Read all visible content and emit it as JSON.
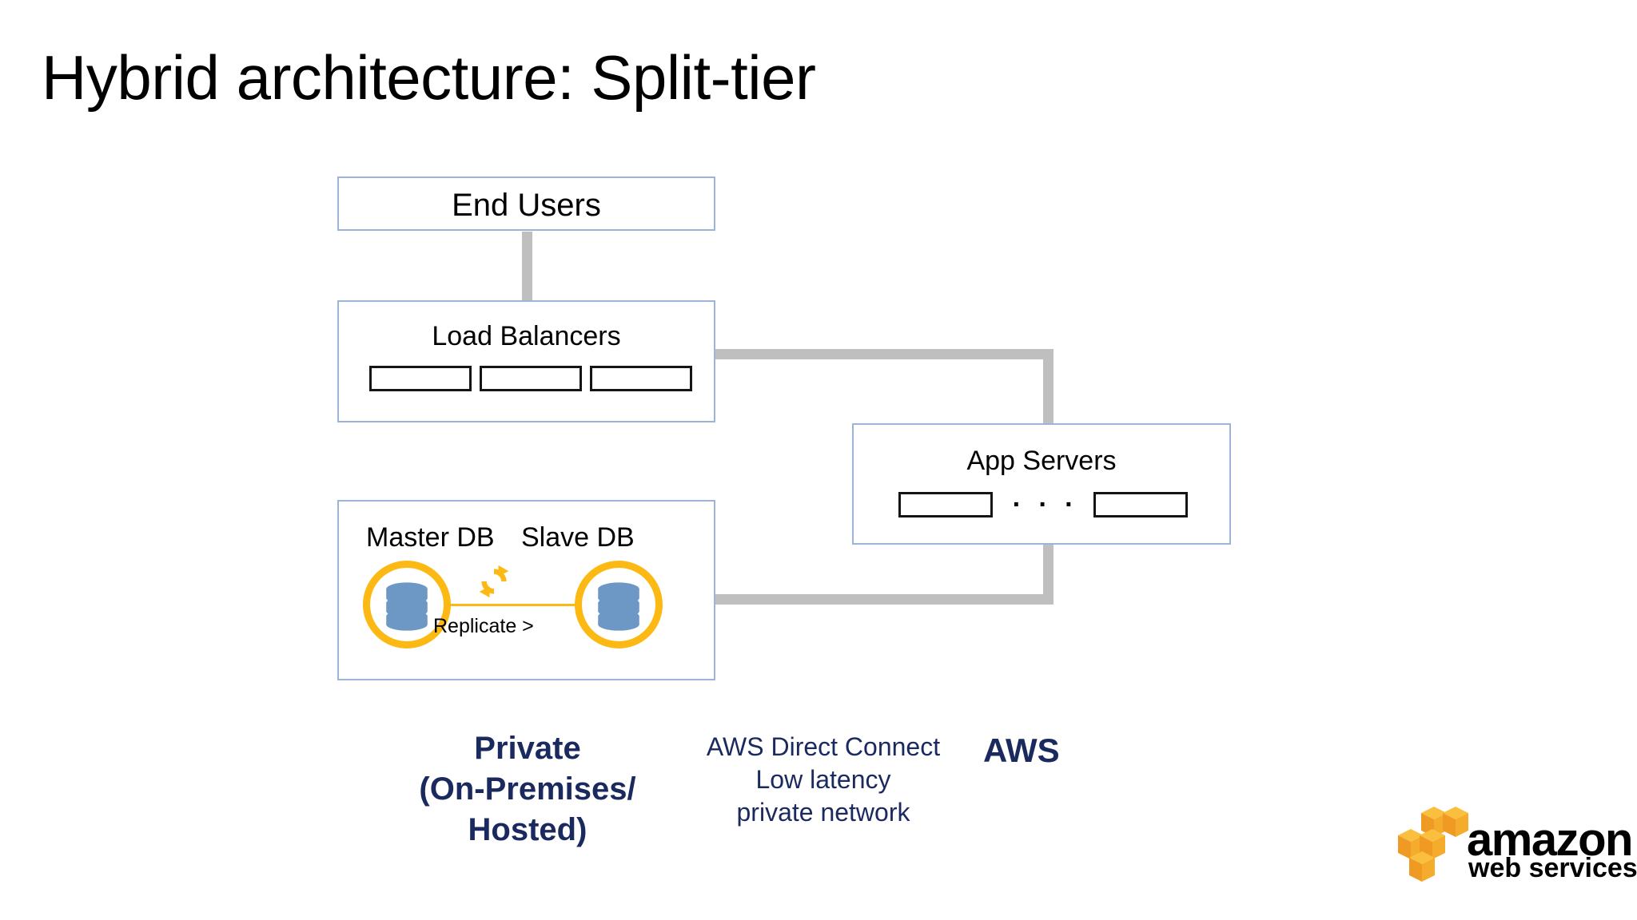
{
  "slide": {
    "title": "Hybrid architecture: Split-tier",
    "background_color": "#ffffff"
  },
  "colors": {
    "box_border": "#9cb5d6",
    "pipe_gray": "#bfbfbf",
    "unit_border": "#151515",
    "db_ring": "#fdb913",
    "db_cylinder": "#6d97c4",
    "caption_navy": "#1b2a5e",
    "logo_orange": "#f59a23",
    "title_black": "#000000"
  },
  "diagram": {
    "boxes": [
      {
        "id": "end-users",
        "label": "End Users"
      },
      {
        "id": "load-balancers",
        "label": "Load Balancers"
      },
      {
        "id": "app-servers",
        "label": "App Servers"
      },
      {
        "id": "databases",
        "label": ""
      }
    ],
    "load_balancer_units": [
      "",
      "",
      ""
    ],
    "app_server_units": [
      "",
      ""
    ],
    "app_server_ellipsis": "· · ·",
    "databases": {
      "master_label": "Master DB",
      "slave_label": "Slave DB",
      "replicate_label": "Replicate >",
      "sync_icon": "sync-refresh-icon"
    },
    "connectors": [
      {
        "id": "endusers-to-lb",
        "orientation": "vertical"
      },
      {
        "id": "lb-to-appservers",
        "orientation": "elbow"
      },
      {
        "id": "db-to-appservers",
        "orientation": "elbow"
      }
    ]
  },
  "captions": {
    "private": "Private\n(On-Premises/\nHosted)",
    "direct_connect": "AWS Direct Connect\nLow latency\nprivate network",
    "aws": "AWS"
  },
  "logo": {
    "wordmark_top": "amazon",
    "wordmark_bottom": "web services",
    "icon": "aws-cubes-icon"
  }
}
